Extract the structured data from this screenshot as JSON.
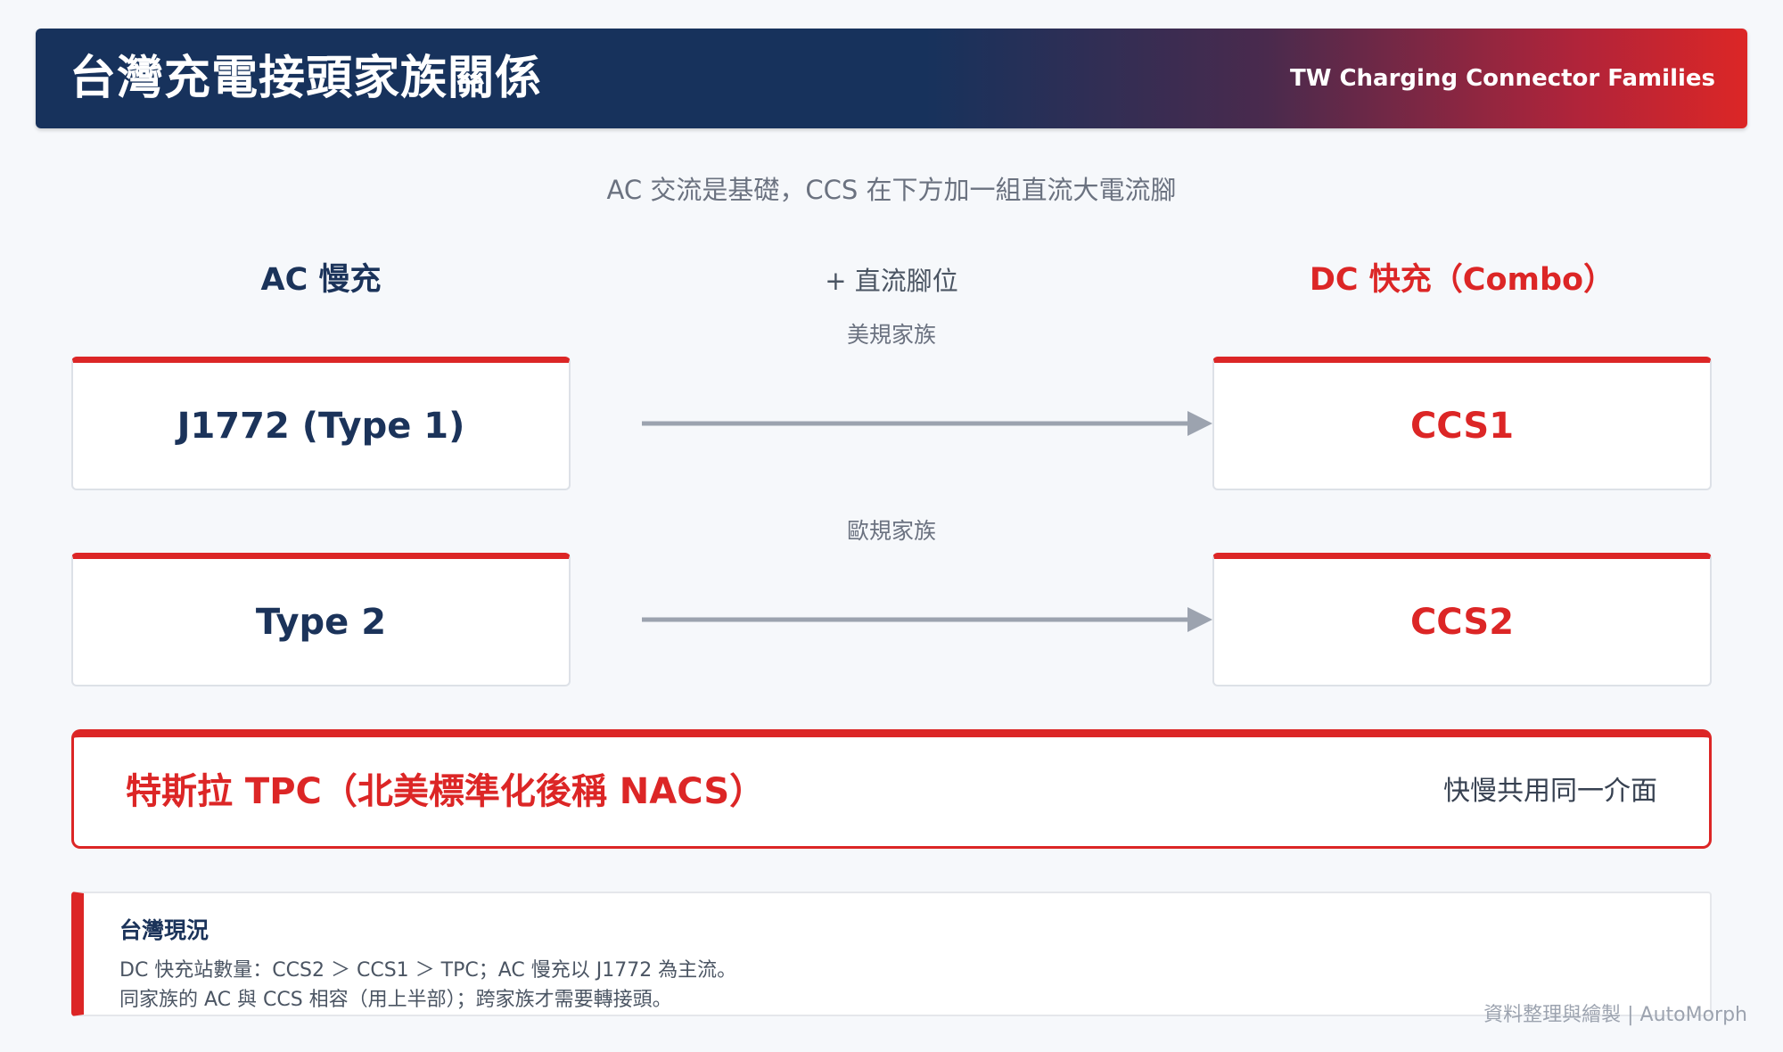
{
  "header": {
    "title": "台灣充電接頭家族關係",
    "subtitle": "TW Charging Connector Families"
  },
  "intro": "AC 交流是基礎，CCS 在下方加一組直流大電流腳",
  "columns": {
    "ac": "AC 慢充",
    "middle": "+ 直流腳位",
    "dc": "DC 快充（Combo）"
  },
  "families": [
    {
      "label": "美規家族",
      "ac": "J1772 (Type 1)",
      "dc": "CCS1"
    },
    {
      "label": "歐規家族",
      "ac": "Type 2",
      "dc": "CCS2"
    }
  ],
  "tpc": {
    "name": "特斯拉 TPC（北美標準化後稱 NACS）",
    "note": "快慢共用同一介面"
  },
  "status": {
    "title": "台灣現況",
    "lines": [
      "DC 快充站數量：CCS2 ＞ CCS1 ＞ TPC；AC 慢充以 J1772 為主流。",
      "同家族的 AC 與 CCS 相容（用上半部）；跨家族才需要轉接頭。"
    ]
  },
  "credit": "資料整理與繪製 | AutoMorph",
  "colors": {
    "navy": "#1b335a",
    "red": "#dc2626",
    "arrow": "#9ca3af"
  }
}
